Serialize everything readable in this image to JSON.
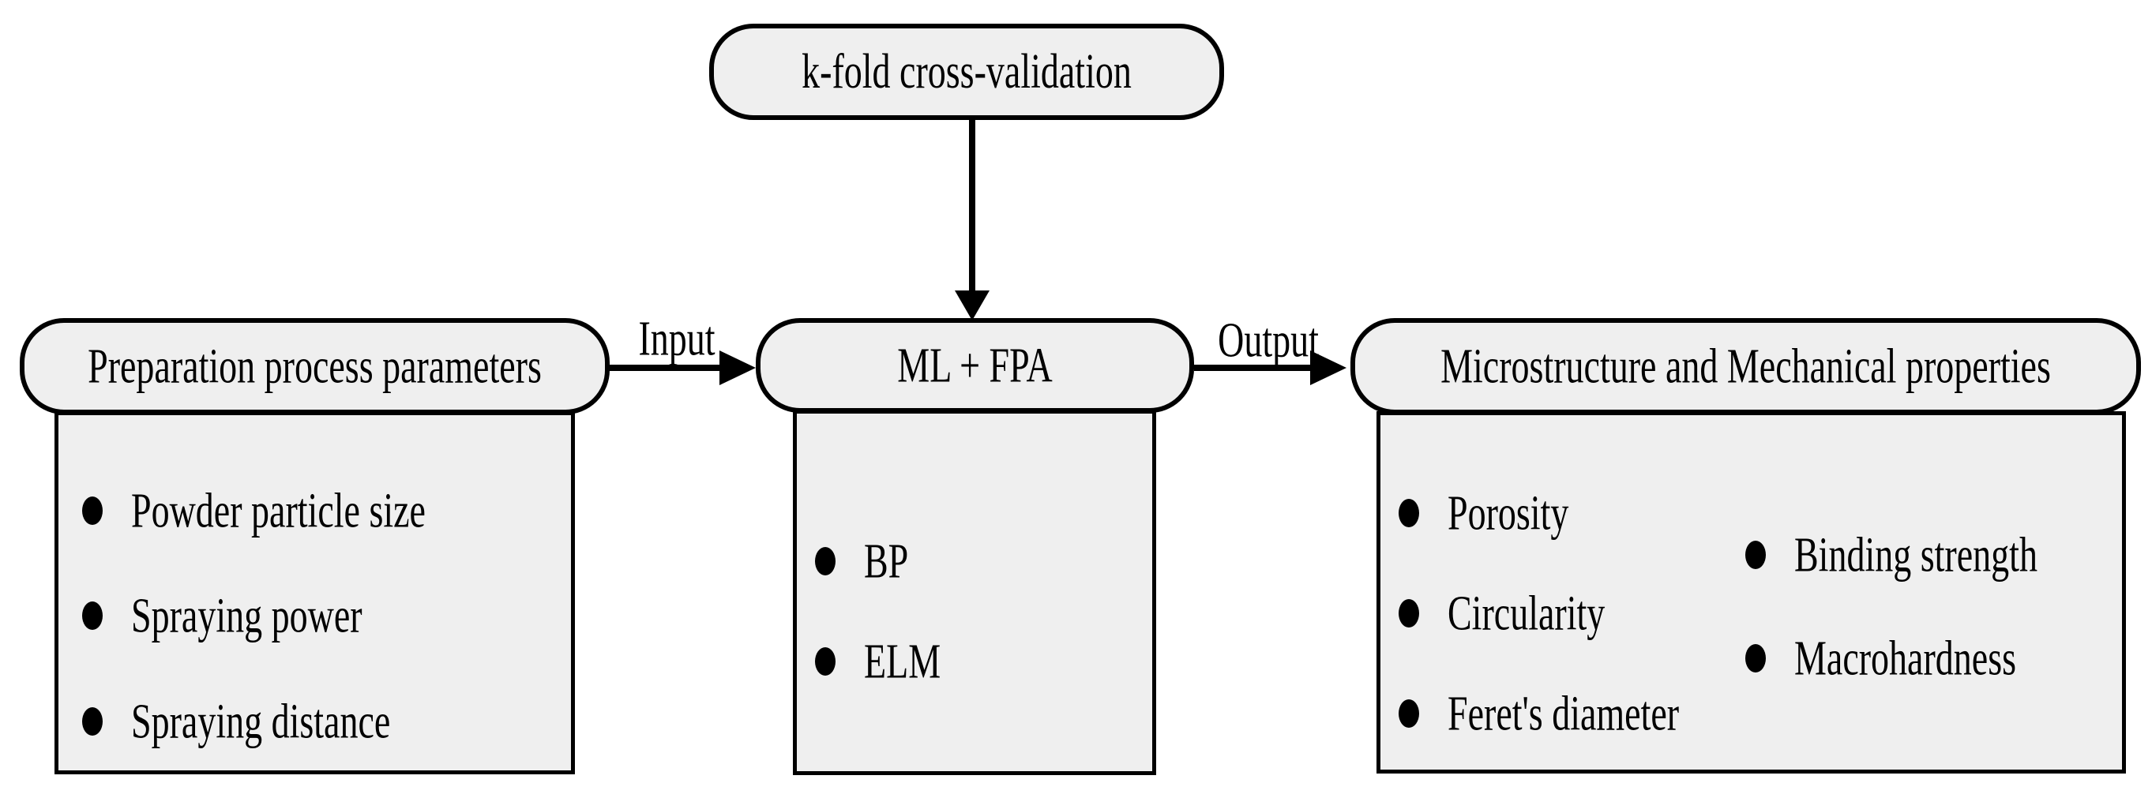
{
  "figure": {
    "type": "flow-diagram",
    "background": "#ffffff",
    "box_fill": "#efefef",
    "border_color": "#000000",
    "text_color": "#000000"
  },
  "validation_node": {
    "label": "k-fold cross-validation"
  },
  "left_node": {
    "title": "Preparation process parameters",
    "items": [
      "Powder particle size",
      "Spraying power",
      "Spraying distance"
    ]
  },
  "center_node": {
    "title": "ML + FPA",
    "items": [
      "BP",
      "ELM"
    ]
  },
  "right_node": {
    "title": "Microstructure and Mechanical properties",
    "items_left": [
      "Porosity",
      "Circularity",
      "Feret's diameter"
    ],
    "items_right": [
      "Binding strength",
      "Macrohardness"
    ]
  },
  "edges": [
    {
      "from": "k-fold cross-validation",
      "to": "ML + FPA",
      "label": ""
    },
    {
      "from": "Preparation process parameters",
      "to": "ML + FPA",
      "label": "Input"
    },
    {
      "from": "ML + FPA",
      "to": "Microstructure and Mechanical properties",
      "label": "Output"
    }
  ]
}
